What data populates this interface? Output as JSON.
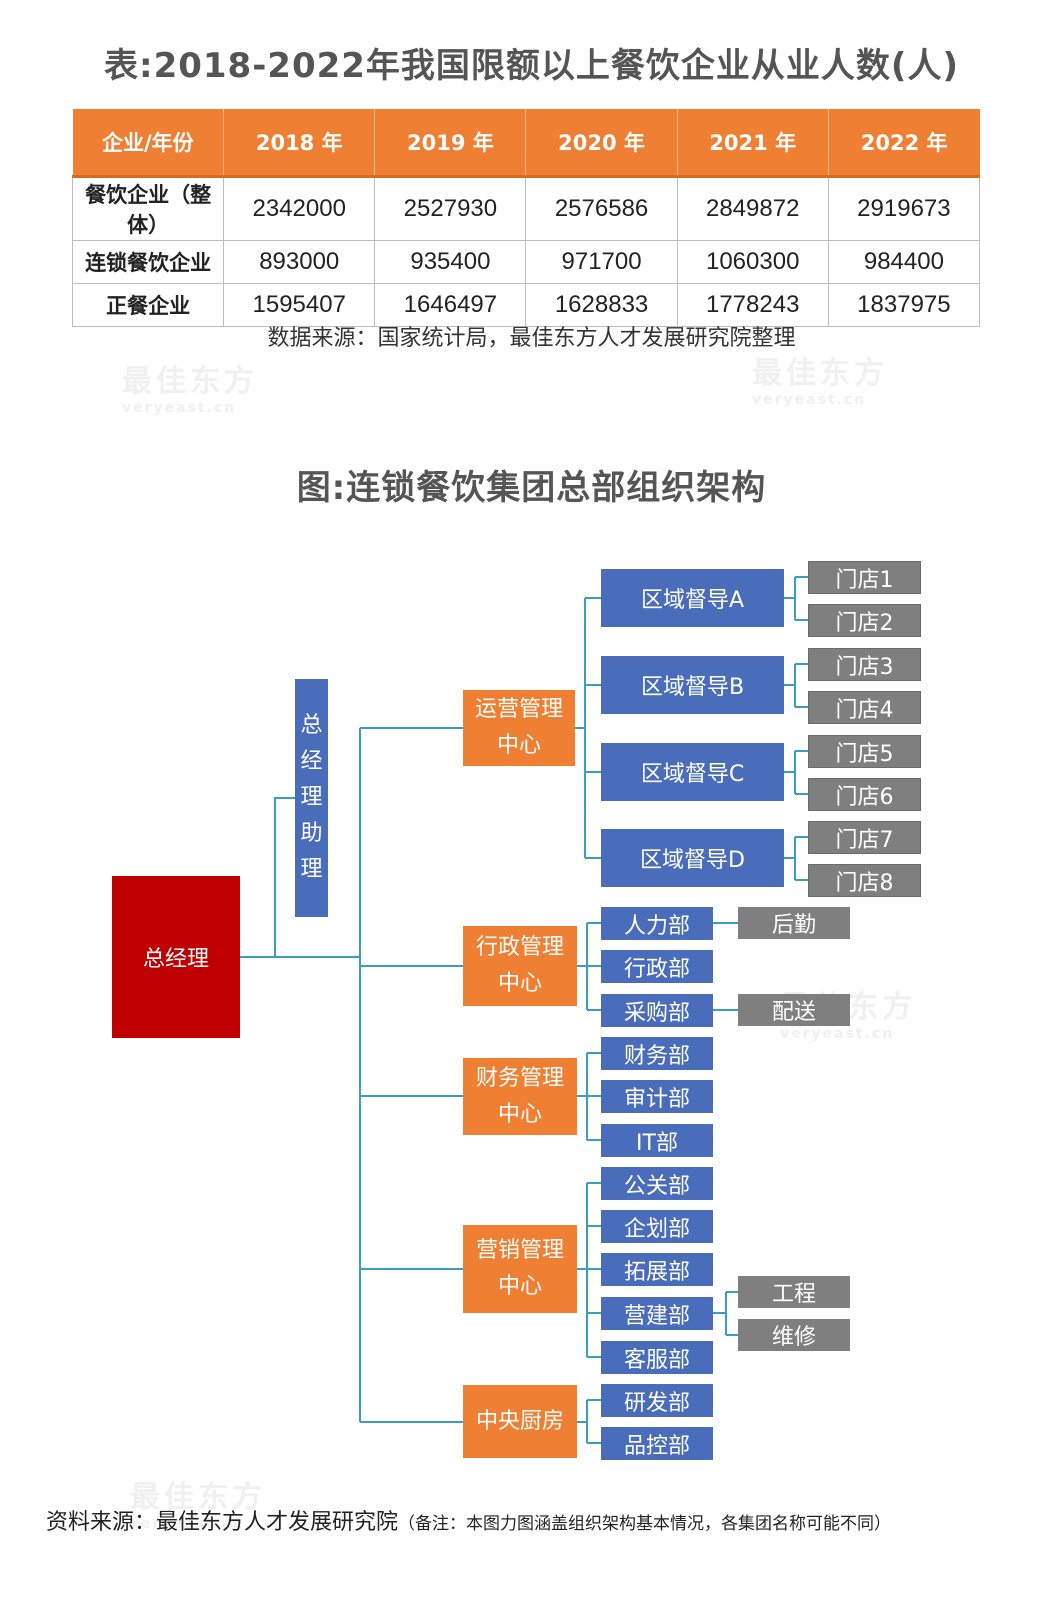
{
  "table": {
    "title": "表:2018-2022年我国限额以上餐饮企业从业人数(人)",
    "headers": [
      "企业/年份",
      "2018 年",
      "2019 年",
      "2020 年",
      "2021 年",
      "2022 年"
    ],
    "rows": [
      {
        "label": "餐饮企业（整体）",
        "values": [
          "2342000",
          "2527930",
          "2576586",
          "2849872",
          "2919673"
        ]
      },
      {
        "label": "连锁餐饮企业",
        "values": [
          "893000",
          "935400",
          "971700",
          "1060300",
          "984400"
        ]
      },
      {
        "label": "正餐企业",
        "values": [
          "1595407",
          "1646497",
          "1628833",
          "1778243",
          "1837975"
        ]
      }
    ],
    "source": "数据来源：国家统计局，最佳东方人才发展研究院整理"
  },
  "watermark": {
    "brand": "最佳东方",
    "domain": "veryeast.cn"
  },
  "org": {
    "title": "图:连锁餐饮集团总部组织架构",
    "gm": "总经理",
    "assistant": [
      "总",
      "经",
      "理",
      "助",
      "理"
    ],
    "ops": {
      "line1": "运营管理",
      "line2": "中心"
    },
    "regions": [
      "区域督导A",
      "区域督导B",
      "区域督导C",
      "区域督导D"
    ],
    "stores": [
      "门店1",
      "门店2",
      "门店3",
      "门店4",
      "门店5",
      "门店6",
      "门店7",
      "门店8"
    ],
    "admin": {
      "line1": "行政管理",
      "line2": "中心"
    },
    "admin_depts": [
      "人力部",
      "行政部",
      "采购部"
    ],
    "admin_subs": [
      "后勤",
      "配送"
    ],
    "finance": {
      "line1": "财务管理",
      "line2": "中心"
    },
    "finance_depts": [
      "财务部",
      "审计部",
      "IT部"
    ],
    "marketing": {
      "line1": "营销管理",
      "line2": "中心"
    },
    "marketing_depts": [
      "公关部",
      "企划部",
      "拓展部",
      "营建部",
      "客服部"
    ],
    "marketing_subs": [
      "工程",
      "维修"
    ],
    "kitchen": "中央厨房",
    "kitchen_depts": [
      "研发部",
      "品控部"
    ]
  },
  "footer": {
    "source": "资料来源：最佳东方人才发展研究院",
    "note": "（备注：本图力图涵盖组织架构基本情况，各集团名称可能不同）"
  }
}
